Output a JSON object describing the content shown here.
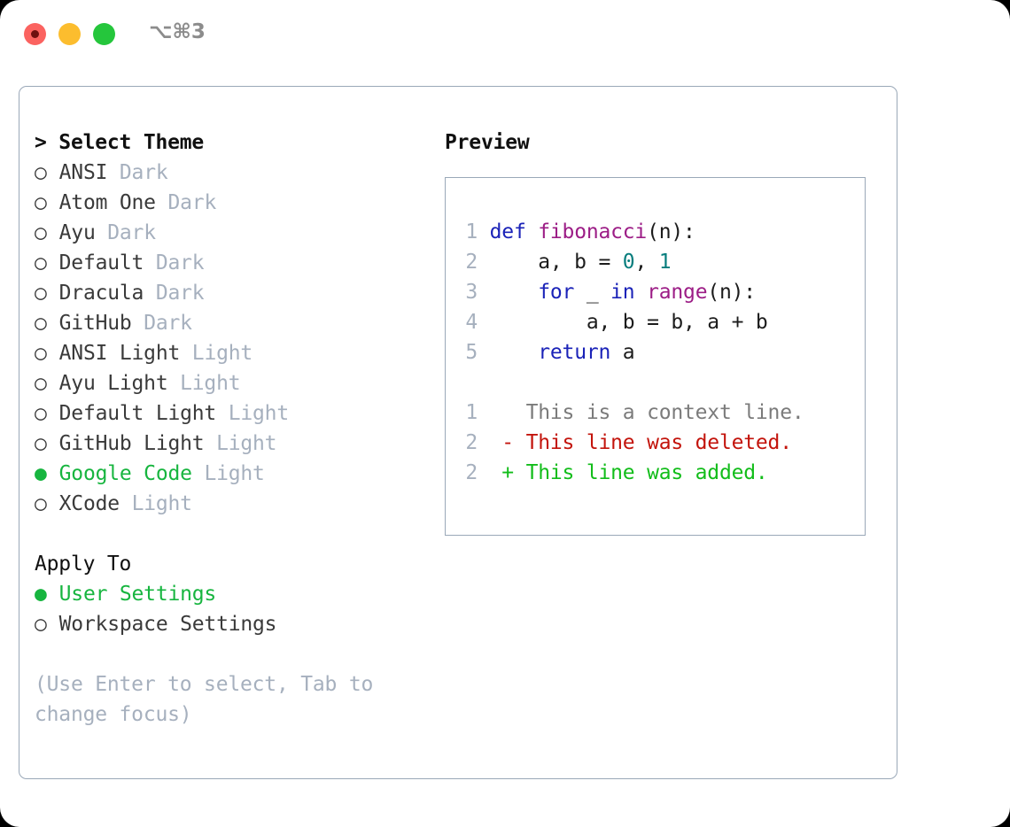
{
  "window": {
    "traffic_lights": [
      "close",
      "minimize",
      "maximize"
    ],
    "shortcut": "⌥⌘3"
  },
  "theme_panel": {
    "header": "> Select Theme",
    "selected_theme": "Google Code",
    "items": [
      {
        "bullet": "○",
        "label": "ANSI",
        "tag": "Dark",
        "selected": false
      },
      {
        "bullet": "○",
        "label": "Atom One",
        "tag": "Dark",
        "selected": false
      },
      {
        "bullet": "○",
        "label": "Ayu",
        "tag": "Dark",
        "selected": false
      },
      {
        "bullet": "○",
        "label": "Default",
        "tag": "Dark",
        "selected": false
      },
      {
        "bullet": "○",
        "label": "Dracula",
        "tag": "Dark",
        "selected": false
      },
      {
        "bullet": "○",
        "label": "GitHub",
        "tag": "Dark",
        "selected": false
      },
      {
        "bullet": "○",
        "label": "ANSI Light",
        "tag": "Light",
        "selected": false
      },
      {
        "bullet": "○",
        "label": "Ayu Light",
        "tag": "Light",
        "selected": false
      },
      {
        "bullet": "○",
        "label": "Default Light",
        "tag": "Light",
        "selected": false
      },
      {
        "bullet": "○",
        "label": "GitHub Light",
        "tag": "Light",
        "selected": false
      },
      {
        "bullet": "●",
        "label": "Google Code",
        "tag": "Light",
        "selected": true
      },
      {
        "bullet": "○",
        "label": "XCode",
        "tag": "Light",
        "selected": false
      }
    ]
  },
  "apply_to": {
    "header": "Apply To",
    "selected": "User Settings",
    "items": [
      {
        "bullet": "●",
        "label": "User Settings",
        "selected": true
      },
      {
        "bullet": "○",
        "label": "Workspace Settings",
        "selected": false
      }
    ]
  },
  "hint": "(Use Enter to select, Tab to change focus)",
  "preview": {
    "title": "Preview",
    "code_lines": [
      {
        "no": "1",
        "tokens": [
          {
            "t": "def ",
            "c": "kw"
          },
          {
            "t": "fibonacci",
            "c": "fn"
          },
          {
            "t": "(n):",
            "c": "plain"
          }
        ]
      },
      {
        "no": "2",
        "tokens": [
          {
            "t": "    a, b = ",
            "c": "plain"
          },
          {
            "t": "0",
            "c": "num"
          },
          {
            "t": ", ",
            "c": "plain"
          },
          {
            "t": "1",
            "c": "num"
          }
        ]
      },
      {
        "no": "3",
        "tokens": [
          {
            "t": "    ",
            "c": "plain"
          },
          {
            "t": "for",
            "c": "kw"
          },
          {
            "t": " _ ",
            "c": "plain"
          },
          {
            "t": "in",
            "c": "kw"
          },
          {
            "t": " ",
            "c": "plain"
          },
          {
            "t": "range",
            "c": "fn"
          },
          {
            "t": "(n):",
            "c": "plain"
          }
        ]
      },
      {
        "no": "4",
        "tokens": [
          {
            "t": "        a, b = b, a + b",
            "c": "plain"
          }
        ]
      },
      {
        "no": "5",
        "tokens": [
          {
            "t": "    ",
            "c": "plain"
          },
          {
            "t": "return",
            "c": "kw"
          },
          {
            "t": " a",
            "c": "plain"
          }
        ]
      }
    ],
    "diff_lines": [
      {
        "no": "1",
        "marker": " ",
        "text": " This is a context line.",
        "kind": "diff-ctx"
      },
      {
        "no": "2",
        "marker": "-",
        "text": " This line was deleted.",
        "kind": "diff-del"
      },
      {
        "no": "2",
        "marker": "+",
        "text": " This line was added.",
        "kind": "diff-add"
      }
    ]
  },
  "colors": {
    "accent_green": "#17b53f",
    "tag_gray": "#a6b0be",
    "border": "#9aa8b8",
    "keyword_blue": "#1b23b8",
    "function_purple": "#9c1d86",
    "number_teal": "#077d7d",
    "diff_deleted_red": "#c3140c",
    "diff_added_green": "#12bd1a"
  }
}
